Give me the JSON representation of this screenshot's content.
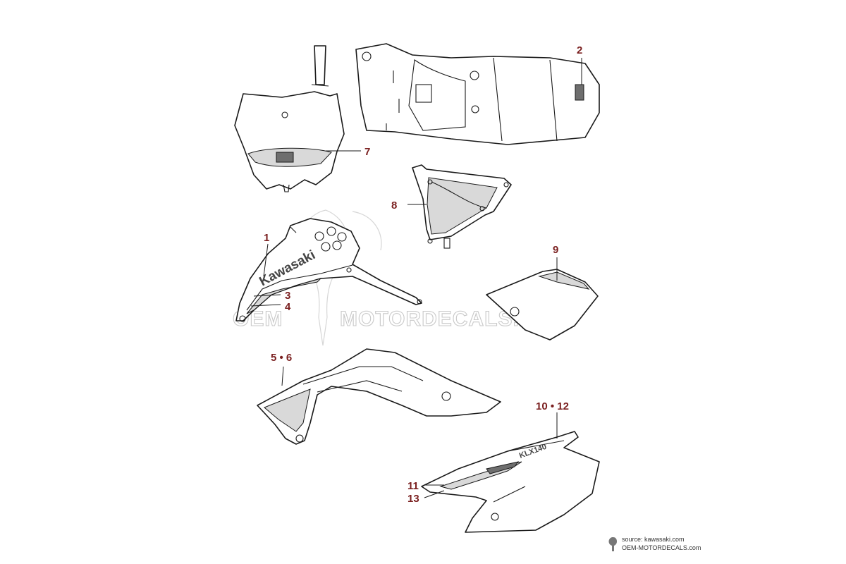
{
  "callouts": {
    "c1": "1",
    "c2": "2",
    "c3": "3",
    "c4": "4",
    "c5_6": "5 • 6",
    "c7": "7",
    "c8": "8",
    "c9": "9",
    "c10_12": "10 • 12",
    "c11": "11",
    "c13": "13"
  },
  "decals": {
    "shroud_logo": "Kawasaki",
    "side_panel_model": "KLX140"
  },
  "watermark": {
    "text_left": "OEM",
    "text_right": "MOTORDECALS.com"
  },
  "footer": {
    "source_line": "source: kawasaki.com",
    "site_line": "OEM-MOTORDECALS.com"
  },
  "colors": {
    "callout": "#7a1f1f",
    "line_art": "#1a1a1a",
    "watermark": "#c9c9c9"
  }
}
